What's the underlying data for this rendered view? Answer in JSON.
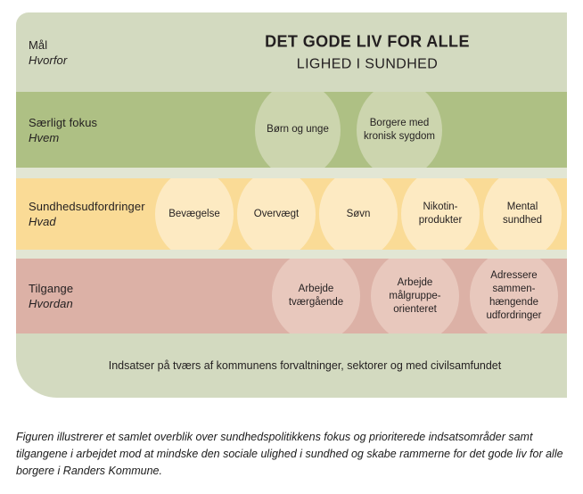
{
  "figure": {
    "bands": [
      {
        "id": "goal",
        "label": "Mål",
        "sublabel": "Hvorfor",
        "color": "#d3dac0",
        "title_main": "DET GODE LIV FOR ALLE",
        "title_sub": "LIGHED I SUNDHED",
        "bubbles": []
      },
      {
        "id": "focus",
        "label": "Særligt fokus",
        "sublabel": "Hvem",
        "color": "#aec084",
        "bubble_color": "#ccd5ae",
        "bubbles": [
          "Børn og unge",
          "Borgere med kronisk sygdom"
        ]
      },
      {
        "id": "challenges",
        "label": "Sundhedsudfordringer",
        "sublabel": "Hvad",
        "color": "#fadb96",
        "bubble_color": "#fdeac2",
        "bubbles": [
          "Bevægelse",
          "Overvægt",
          "Søvn",
          "Nikotin-produkter",
          "Mental sundhed"
        ]
      },
      {
        "id": "approaches",
        "label": "Tilgange",
        "sublabel": "Hvordan",
        "color": "#dcb1a6",
        "bubble_color": "#e8c8bd",
        "bubbles": [
          "Arbejde tværgående",
          "Arbejde målgruppe-orienteret",
          "Adressere sammen-hængende udfordringer"
        ]
      },
      {
        "id": "efforts",
        "label": "",
        "sublabel": "",
        "color": "#d3dac0",
        "text": "Indsatser på tværs af kommunens forvaltninger, sektorer og med civilsamfundet",
        "bubbles": []
      }
    ]
  },
  "caption": "Figuren illustrerer et samlet overblik over sundhedspolitikkens fokus og prioriterede indsatsområder samt tilgangene i arbejdet mod at mindske den sociale ulighed i sundhed og skabe rammerne for det gode liv for alle borgere i Randers Kommune."
}
